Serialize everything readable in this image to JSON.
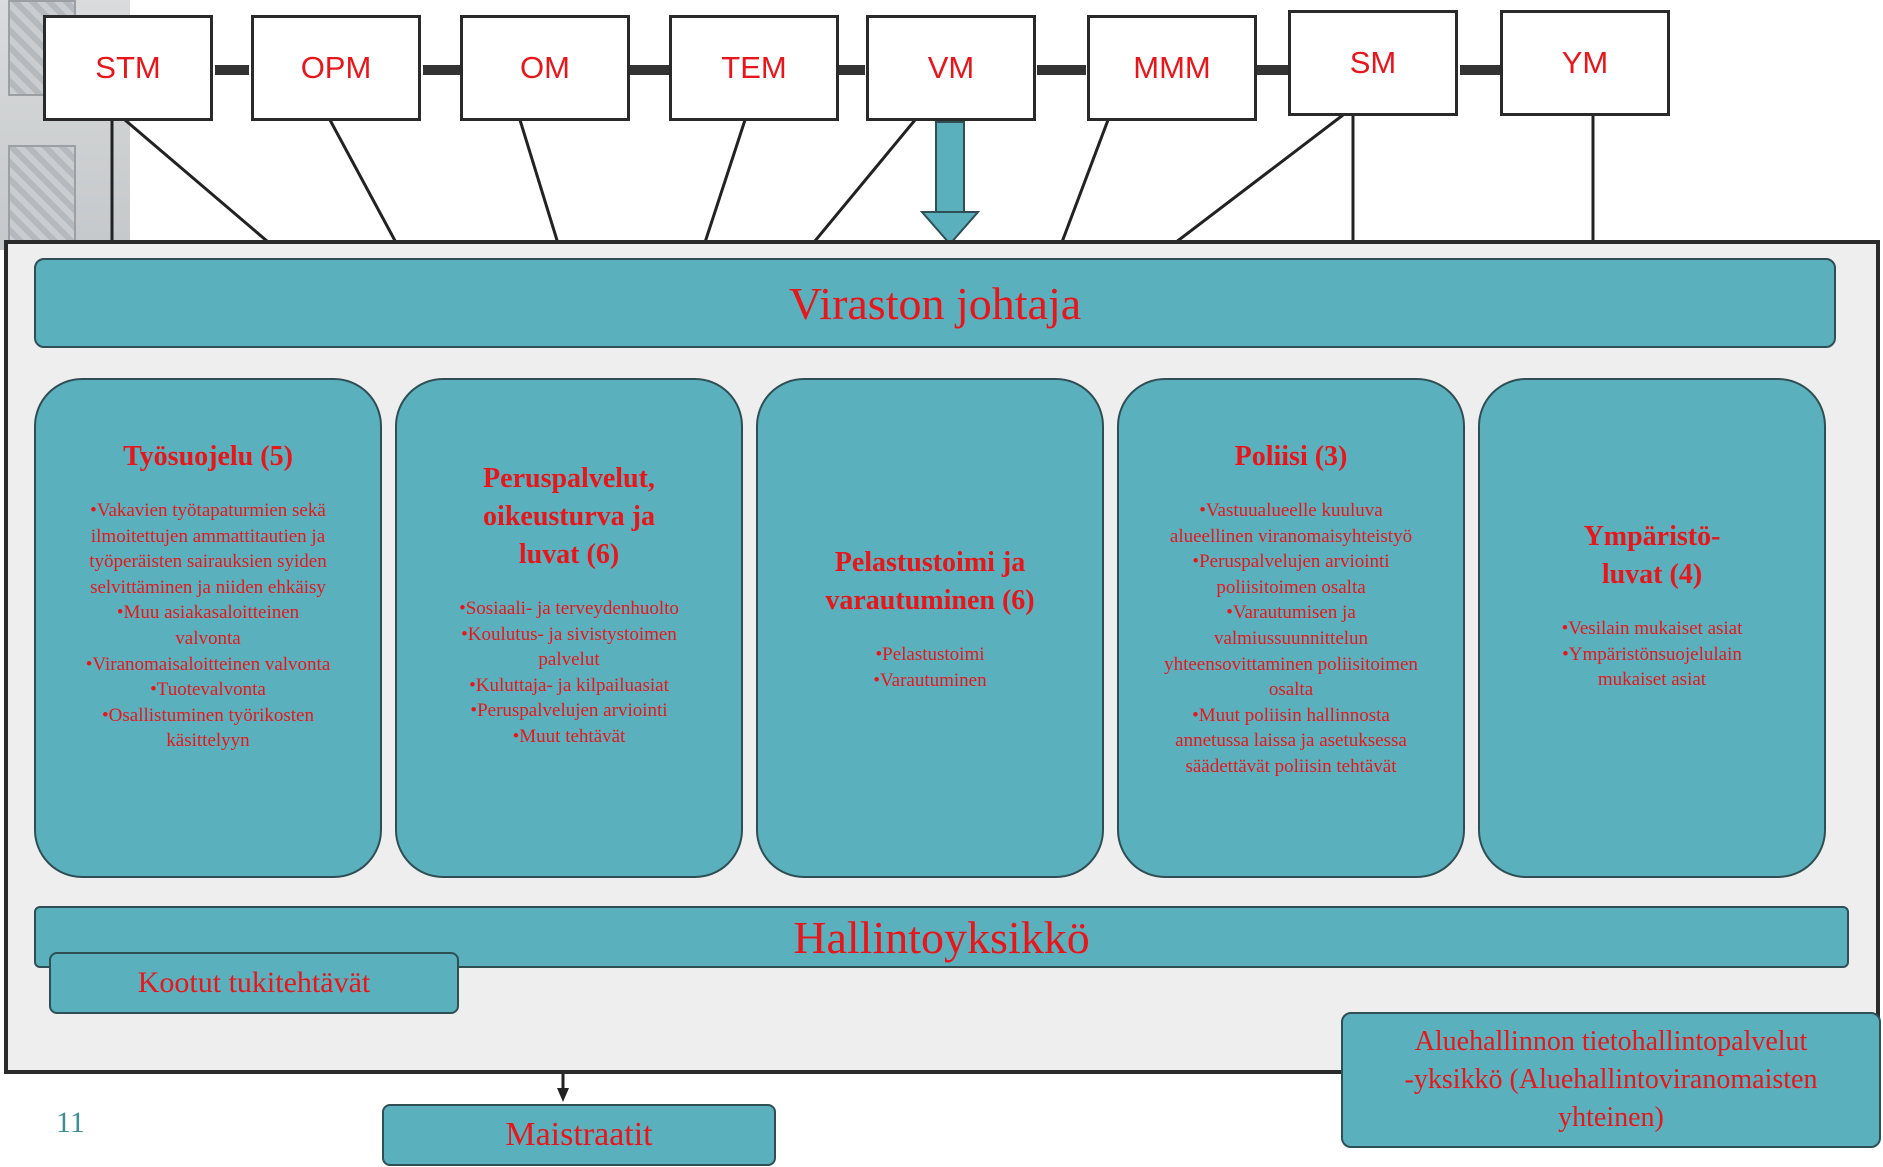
{
  "ministries": [
    "STM",
    "OPM",
    "OM",
    "TEM",
    "VM",
    "MMM",
    "SM",
    "YM"
  ],
  "director": "Viraston johtaja",
  "units": [
    {
      "title": "Työsuojelu (5)",
      "items": [
        "•Vakavien työtapaturmien sekä\nilmoitettujen ammattitautien ja\ntyöperäisten sairauksien syiden\nselvittäminen ja niiden ehkäisy",
        "•Muu asiakasaloitteinen\nvalvonta",
        "•Viranomaisaloitteinen valvonta",
        "•Tuotevalvonta",
        "•Osallistuminen työrikosten\nkäsittelyyn"
      ]
    },
    {
      "title": "Peruspalvelut,\noikeusturva ja\nluvat (6)",
      "items": [
        "•Sosiaali- ja terveydenhuolto",
        "•Koulutus- ja sivistystoimen\npalvelut",
        "•Kuluttaja- ja kilpailuasiat",
        "•Peruspalvelujen arviointi",
        "•Muut tehtävät"
      ]
    },
    {
      "title": "Pelastustoimi ja\nvarautuminen (6)",
      "items": [
        "•Pelastustoimi",
        "•Varautuminen"
      ]
    },
    {
      "title": "Poliisi (3)",
      "items": [
        "•Vastuualueelle kuuluva\nalueellinen viranomaisyhteistyö",
        "•Peruspalvelujen arviointi\npoliisitoimen osalta",
        "•Varautumisen ja\nvalmiussuunnittelun\nyhteensovittaminen poliisitoimen\nosalta",
        "•Muut poliisin hallinnosta\nannetussa laissa ja asetuksessa\nsäädettävät poliisin tehtävät"
      ]
    },
    {
      "title": "Ympäristö-\nluvat (4)",
      "items": [
        "•Vesilain mukaiset asiat",
        "•Ympäristönsuojelulain\nmukaiset asiat"
      ]
    }
  ],
  "admin_unit": "Hallintoyksikkö",
  "support": "Kootut tukitehtävät",
  "ict_unit": "Aluehallinnon tietohallintopalvelut\n-yksikkö (Aluehallintoviranomaisten\nyhteinen)",
  "magistrates": "Maistraatit",
  "page_number": "11",
  "colors": {
    "teal": "#5ab1bd",
    "red": "#e8161b",
    "outline": "#2b2b2b"
  }
}
